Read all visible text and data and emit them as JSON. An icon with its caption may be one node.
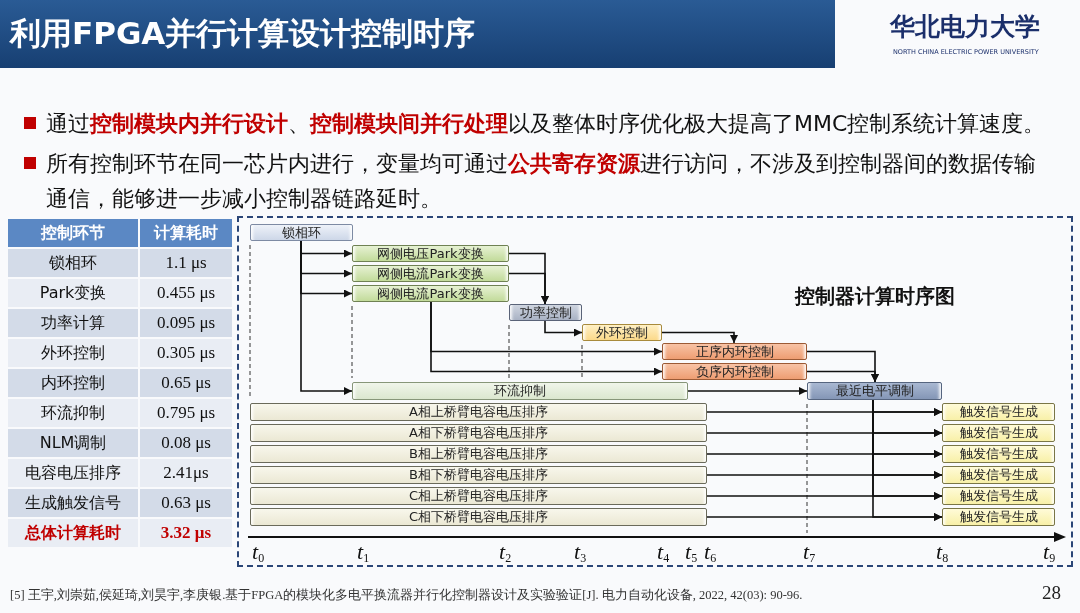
{
  "diagram": {
    "title": "利用FPGA并行计算设计控制时序",
    "nodes": [
      {
        "text": [
          "锁相环"
        ]
      },
      {
        "text": [
          "网侧电压Park变换"
        ]
      },
      {
        "text": [
          "网侧电流Park变换"
        ]
      },
      {
        "text": [
          "阀侧电流Park变换"
        ]
      },
      {
        "text": [
          "功率控制"
        ]
      },
      {
        "text": [
          "外环控制"
        ]
      },
      {
        "text": [
          "正序内环控制"
        ]
      },
      {
        "text": [
          "负序内环控制"
        ]
      },
      {
        "text": [
          "环流抑制"
        ]
      },
      {
        "text": [
          "最近电平调制"
        ]
      },
      {
        "text": [
          "A相上桥臂电容电压排序"
        ]
      },
      {
        "text": [
          "A相下桥臂电容电压排序"
        ]
      },
      {
        "text": [
          "B相上桥臂电容电压排序"
        ]
      },
      {
        "text": [
          "B相下桥臂电容电压排序"
        ]
      },
      {
        "text": [
          "C相上桥臂电容电压排序"
        ]
      },
      {
        "text": [
          "C相下桥臂电容电压排序"
        ]
      },
      {
        "text": [
          "触发信号生成"
        ]
      },
      {
        "text": [
          "触发信号生成"
        ]
      },
      {
        "text": [
          "触发信号生成"
        ]
      },
      {
        "text": [
          "触发信号生成"
        ]
      },
      {
        "text": [
          "触发信号生成"
        ]
      },
      {
        "text": [
          "触发信号生成"
        ]
      }
    ],
    "edges": [
      {
        "from": 0,
        "to": 1,
        "arrow": "to"
      },
      {
        "from": 0,
        "to": 2,
        "arrow": "to"
      },
      {
        "from": 0,
        "to": 3,
        "arrow": "to"
      },
      {
        "from": 0,
        "to": 8,
        "arrow": "to"
      },
      {
        "from": 1,
        "to": 4,
        "arrow": "to"
      },
      {
        "from": 2,
        "to": 4,
        "arrow": "to"
      },
      {
        "from": 4,
        "to": 5,
        "arrow": "to"
      },
      {
        "from": 3,
        "to": 6,
        "arrow": "to"
      },
      {
        "from": 3,
        "to": 7,
        "arrow": "to"
      },
      {
        "from": 5,
        "to": 6,
        "arrow": "to"
      },
      {
        "from": 6,
        "to": 9,
        "arrow": "to"
      },
      {
        "from": 7,
        "to": 9,
        "arrow": "to"
      },
      {
        "from": 8,
        "to": 9,
        "arrow": "to"
      },
      {
        "from": 10,
        "to": 16,
        "arrow": "to"
      },
      {
        "from": 11,
        "to": 17,
        "arrow": "to"
      },
      {
        "from": 12,
        "to": 18,
        "arrow": "to"
      },
      {
        "from": 13,
        "to": 19,
        "arrow": "to"
      },
      {
        "from": 14,
        "to": 20,
        "arrow": "to"
      },
      {
        "from": 15,
        "to": 21,
        "arrow": "to"
      },
      {
        "from": 9,
        "to": 16,
        "arrow": "to"
      },
      {
        "from": 9,
        "to": 17,
        "arrow": "to"
      },
      {
        "from": 9,
        "to": 18,
        "arrow": "to"
      },
      {
        "from": 9,
        "to": 19,
        "arrow": "to"
      },
      {
        "from": 9,
        "to": 20,
        "arrow": "to"
      },
      {
        "from": 9,
        "to": 21,
        "arrow": "to"
      }
    ],
    "labels": [
      "华北电力大学",
      "NORTH CHINA ELECTRIC POWER UNIVERSITY",
      "通过**控制模块内并行设计**、**控制模块间并行处理**以及整体时序优化极大提高了MMC控制系统计算速度。",
      "所有控制环节在同一芯片内进行，变量均可通过**公共寄存资源**进行访问，不涉及到控制器间的数据传输通信，能够进一步减小控制器链路延时。",
      "控制环节",
      "计算耗时",
      "锁相环",
      "1.1 μs",
      "Park变换",
      "0.455 μs",
      "功率计算",
      "0.095 μs",
      "外环控制",
      "0.305 μs",
      "内环控制",
      "0.65 μs",
      "环流抑制",
      "0.795 μs",
      "NLM调制",
      "0.08 μs",
      "电容电压排序",
      "2.41μs",
      "生成触发信号",
      "0.63 μs",
      "总体计算耗时",
      "3.32 μs",
      "控制器计算时序图",
      "t$_{0}$",
      "t$_{1}$",
      "t$_{2}$",
      "t$_{3}$",
      "t$_{4}$",
      "t$_{5}$",
      "t$_{6}$",
      "t$_{7}$",
      "t$_{8}$",
      "t$_{9}$",
      "[5] 王宇,刘崇茹,侯延琦,刘昊宇,李庚银.基于FPGA的模块化多电平换流器并行化控制器设计及实验验证[J]. 电力自动化设备, 2022, 42(03): 90-96.",
      "28"
    ]
  }
}
